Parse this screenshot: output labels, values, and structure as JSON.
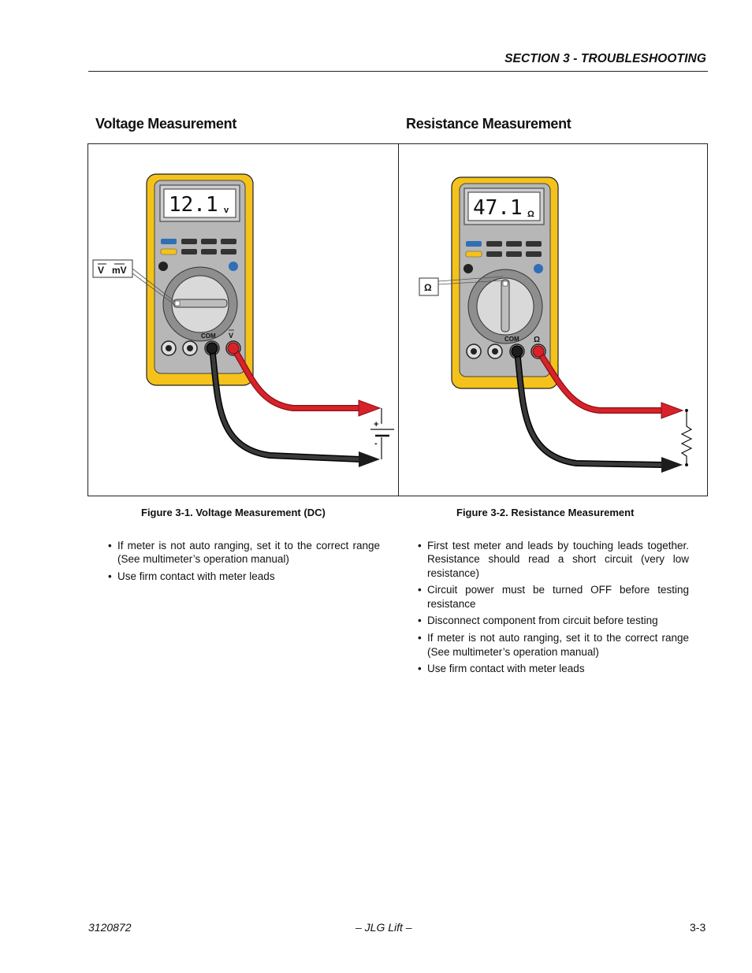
{
  "header": {
    "section": "SECTION 3 - TROUBLESHOOTING"
  },
  "left": {
    "heading": "Voltage Measurement",
    "display_value": "12.1",
    "display_unit": "v",
    "dial_label_v": "V",
    "dial_label_mv": "mV",
    "jack_com": "COM",
    "jack_v": "V",
    "battery_plus": "+",
    "battery_minus": "-",
    "caption": "Figure 3-1.  Voltage Measurement (DC)",
    "bullets": [
      "If meter is not auto ranging, set it to the correct range (See multimeter’s operation manual)",
      "Use firm contact with meter leads"
    ]
  },
  "right": {
    "heading": "Resistance Measurement",
    "display_value": "47.1",
    "display_unit": "Ω",
    "dial_label": "Ω",
    "jack_com": "COM",
    "jack_ohm": "Ω",
    "caption": "Figure 3-2.  Resistance Measurement",
    "bullets": [
      "First test meter and leads by touching leads together. Resistance should read a short circuit (very low resistance)",
      "Circuit power must be turned OFF before testing resistance",
      "Disconnect component from circuit before testing",
      "If meter is not auto ranging, set it to the correct range (See multimeter’s operation manual)",
      "Use firm contact with meter leads"
    ]
  },
  "footer": {
    "doc_number": "3120872",
    "center": "– JLG Lift –",
    "page": "3-3"
  },
  "colors": {
    "meter_yellow": "#f4c21a",
    "meter_gray": "#b7b7b7",
    "lead_red": "#d8222a",
    "lead_black": "#1c1c1c",
    "button_blue": "#2f6fb6"
  }
}
